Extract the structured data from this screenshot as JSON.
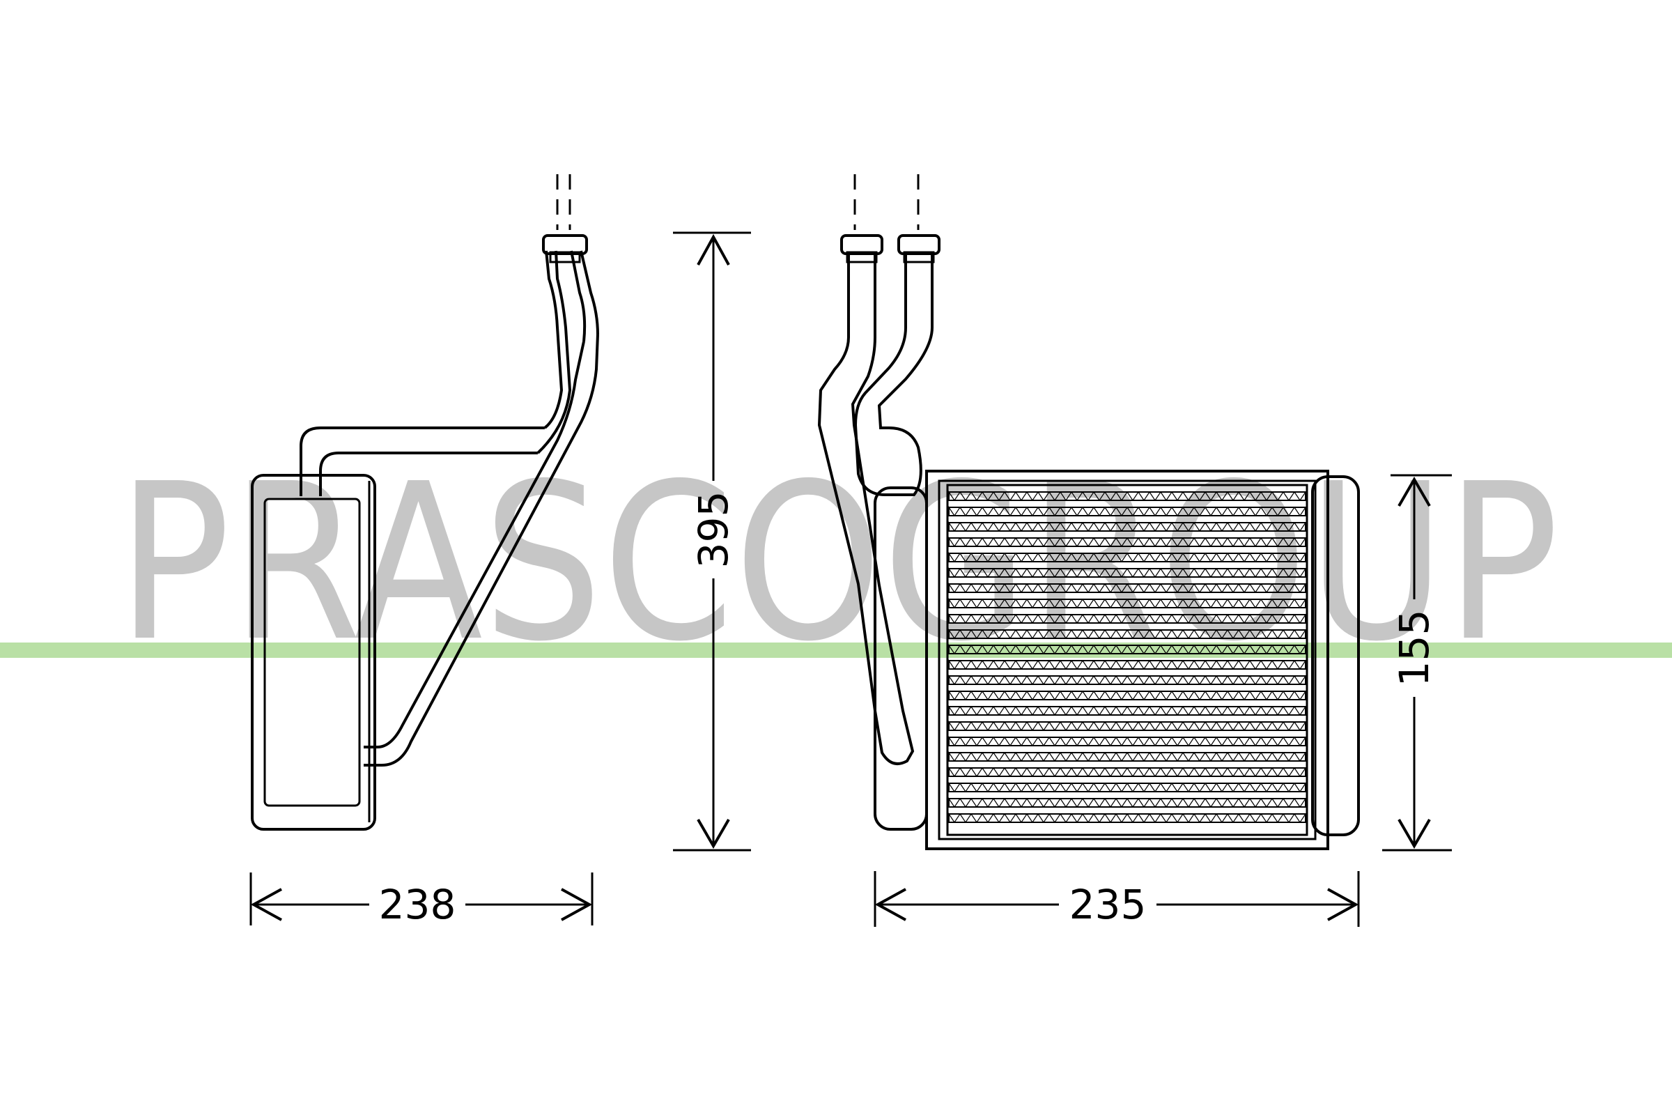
{
  "watermark": {
    "text": "PRASCOGROUP",
    "color": "#c6c6c6"
  },
  "divider": {
    "color": "#b9e0a5"
  },
  "dimensions": {
    "left_width": "238",
    "height": "395",
    "right_width": "235",
    "core_height": "155"
  },
  "colors": {
    "line": "#000000",
    "background": "#ffffff"
  }
}
